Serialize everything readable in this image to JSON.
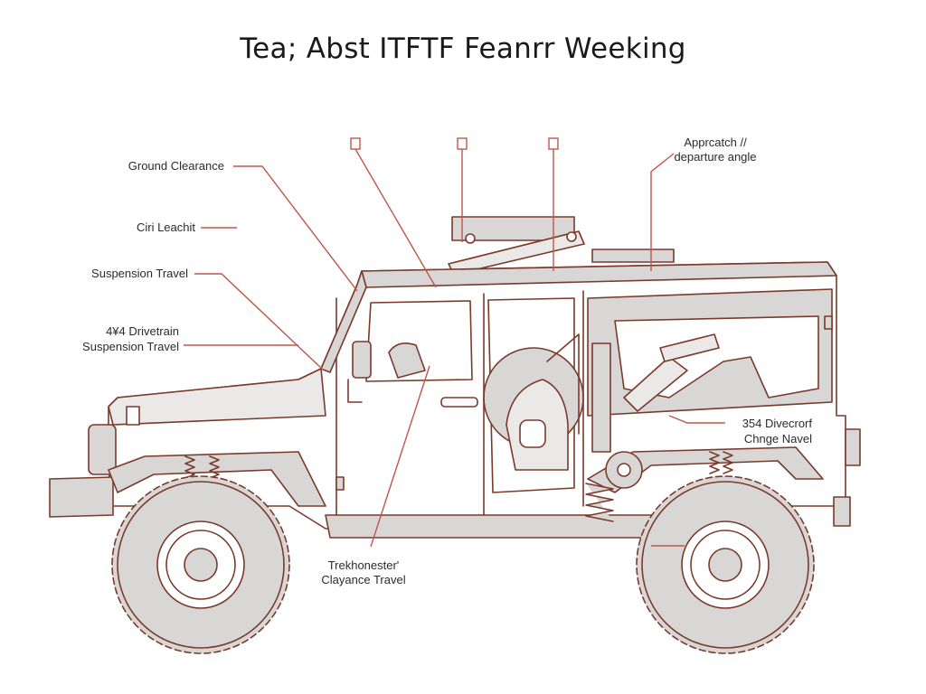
{
  "title": "Tea; Abst ITFTF Feanrr Weeking",
  "callouts": {
    "ground_clearance": "Ground Clearance",
    "ciri_leachit": "Ciri Leachit",
    "suspension_travel": "Suspension Travel",
    "drivetrain_line1": "4¥4 Drivetrain",
    "drivetrain_line2": "Suspension Travel",
    "approach_line1": "Apprcatch //",
    "approach_line2": "departure angle",
    "right_line1": "354 Divecrorf",
    "right_line2": "Chnge Navel",
    "bottom_line1": "Trekhonester'",
    "bottom_line2": "Clayance Travel"
  },
  "colors": {
    "outline": "#7a3a2a",
    "leader": "#c0564a",
    "fill_gray": "#d9d7d5",
    "background": "#ffffff"
  }
}
